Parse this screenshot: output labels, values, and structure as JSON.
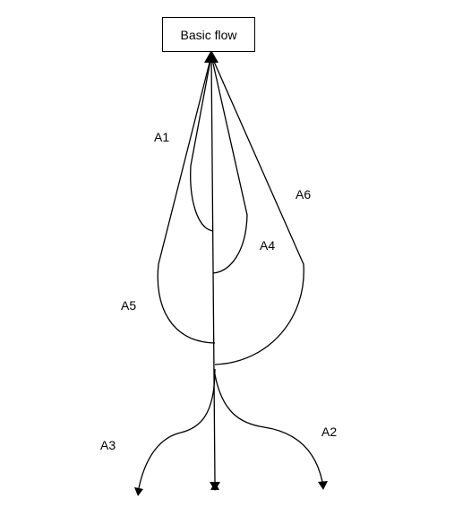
{
  "title": "Basic flow",
  "labels": {
    "a1": "A1",
    "a2": "A2",
    "a3": "A3",
    "a4": "A4",
    "a5": "A5",
    "a6": "A6"
  }
}
